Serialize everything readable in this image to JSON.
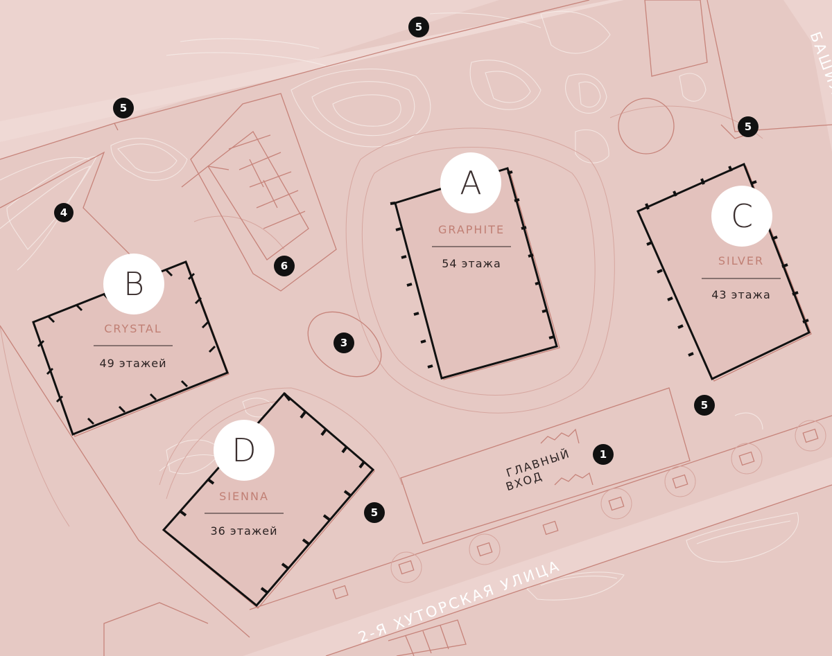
{
  "buildings": [
    {
      "letter": "A",
      "name": "GRAPHITE",
      "floors": "54 этажа"
    },
    {
      "letter": "B",
      "name": "CRYSTAL",
      "floors": "49 этажей"
    },
    {
      "letter": "C",
      "name": "SILVER",
      "floors": "43 этажа"
    },
    {
      "letter": "D",
      "name": "SIENNA",
      "floors": "36 этажей"
    }
  ],
  "markers": [
    "1",
    "3",
    "4",
    "5",
    "6"
  ],
  "labels": {
    "main_entrance_line1": "ГЛАВНЫЙ",
    "main_entrance_line2": "ВХОД",
    "street_main": "2-Я ХУТОРСКАЯ УЛИЦА",
    "street_side": "БАШИЛ"
  },
  "colors": {
    "background": "#e6c9c4",
    "outline": "#c6837a",
    "building_name": "#c07f74",
    "marker": "#111111"
  }
}
